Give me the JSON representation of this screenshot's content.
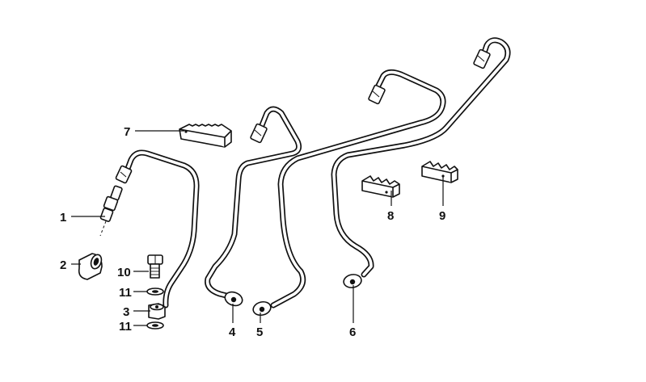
{
  "callouts": {
    "c1": "1",
    "c2": "2",
    "c3": "3",
    "c4": "4",
    "c5": "5",
    "c6": "6",
    "c7": "7",
    "c8": "8",
    "c9": "9",
    "c10": "10",
    "c11a": "11",
    "c11b": "11"
  },
  "colors": {
    "line": "#111111",
    "background": "#ffffff"
  }
}
